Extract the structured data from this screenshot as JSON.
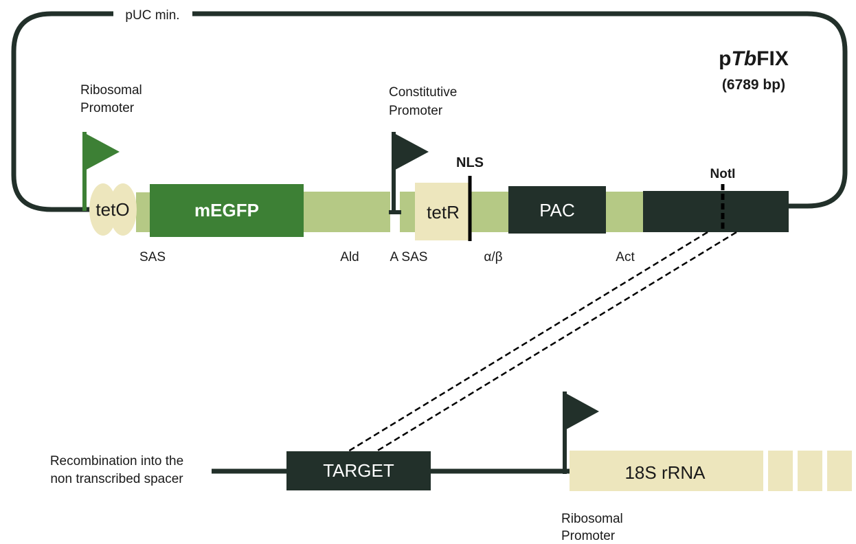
{
  "plasmid": {
    "backbone_label": "pUC min.",
    "name_prefix": "p",
    "name_italic": "Tb",
    "name_suffix": "FIX",
    "size": "(6789 bp)"
  },
  "promoters": {
    "ribosomal_top": "Ribosomal",
    "ribosomal_bottom": "Promoter",
    "constitutive_top": "Constitutive",
    "constitutive_bottom": "Promoter"
  },
  "elements": {
    "teto": "tetO",
    "megfp": "mEGFP",
    "tetr": "tetR",
    "pac": "PAC",
    "nls": "NLS",
    "noti": "NotI"
  },
  "utr_labels": {
    "sas": "SAS",
    "ald": "Ald",
    "a_sas": "A SAS",
    "alpha_beta": "α/β",
    "act": "Act"
  },
  "genome": {
    "caption_line1": "Recombination into the",
    "caption_line2": "non transcribed spacer",
    "target": "TARGET",
    "rrna": "18S rRNA",
    "promoter_top": "Ribosomal",
    "promoter_bottom": "Promoter"
  },
  "colors": {
    "dark": "#22302a",
    "green": "#3d8035",
    "light_green": "#b5c985",
    "cream": "#ede6bd"
  }
}
